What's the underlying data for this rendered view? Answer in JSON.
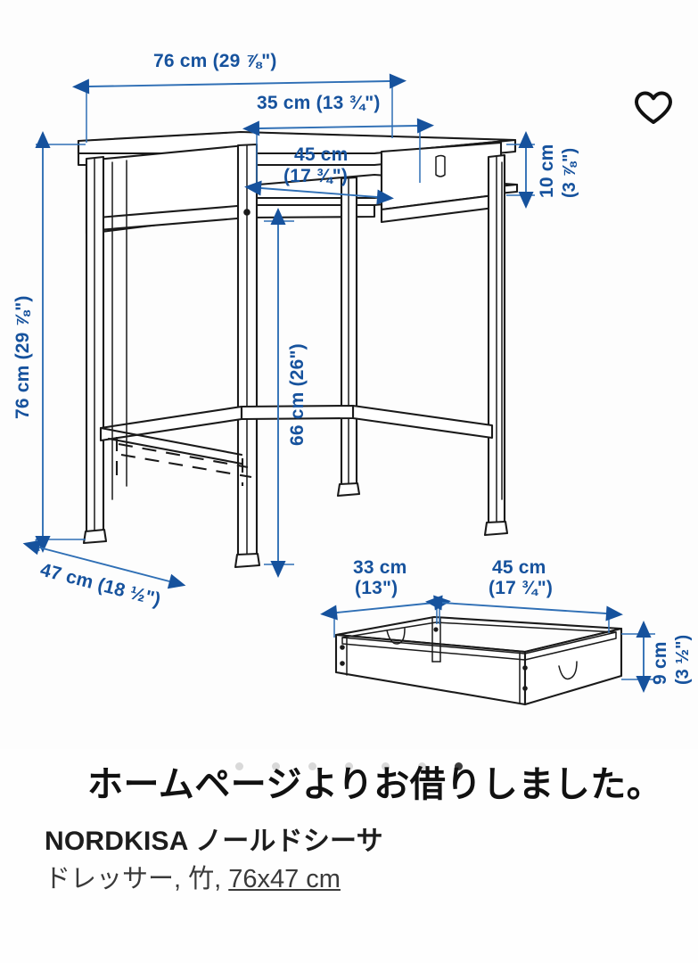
{
  "page": {
    "background_color": "#fefefe",
    "accent_color": "#16529d",
    "line_color": "#1a1a1a"
  },
  "favorite": {
    "icon": "heart-icon",
    "state": "off"
  },
  "carousel": {
    "total_dots": 7,
    "active_index": 6,
    "inactive_color": "#d9d9d9",
    "active_color": "#3d3d3d"
  },
  "drawing": {
    "title": "NORDKISA technical dimension drawing",
    "views": [
      {
        "name": "dresser-main-view"
      },
      {
        "name": "drawer-tray-view"
      }
    ],
    "dimensions": {
      "width_top": "76 cm (29 ⅞\")",
      "depth_top": "35 cm (13 ¾\")",
      "shelf_width": "45 cm",
      "shelf_width_inch": "(17 ¾\")",
      "drawer_height_cm": "10 cm",
      "drawer_height_inch": "(3 ⅞\")",
      "total_height": "76 cm (29 ⅞\")",
      "leg_height": "66 cm (26\")",
      "depth_bottom": "47 cm (18 ½\")",
      "tray_depth_cm": "33 cm",
      "tray_depth_inch": "(13\")",
      "tray_width_cm": "45 cm",
      "tray_width_inch": "(17 ¾\")",
      "tray_height_cm": "9 cm",
      "tray_height_inch": "(3 ½\")"
    }
  },
  "caption": {
    "overlay_text": "ホームページよりお借りしました。"
  },
  "product": {
    "name": "NORDKISA ノールドシーサ",
    "description_prefix": "ドレッサー, 竹, ",
    "size": "76x47 cm"
  }
}
